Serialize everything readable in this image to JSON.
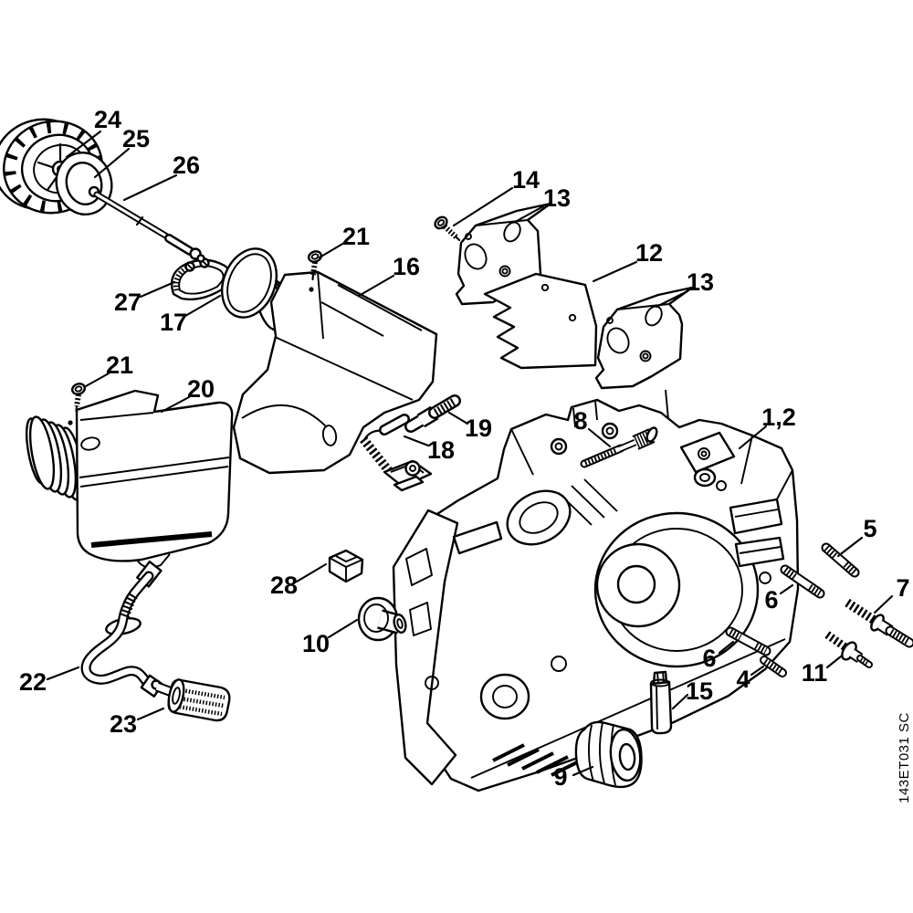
{
  "diagram": {
    "background_color": "#ffffff",
    "line_color": "#000000",
    "drawing_number": "143ET031 SC",
    "callouts": {
      "p1_2": "1,2",
      "p4": "4",
      "p5": "5",
      "p6": "6",
      "p7": "7",
      "p8": "8",
      "p9": "9",
      "p10": "10",
      "p11": "11",
      "p12": "12",
      "p13": "13",
      "p14": "14",
      "p15": "15",
      "p16": "16",
      "p17": "17",
      "p18": "18",
      "p19": "19",
      "p20": "20",
      "p21": "21",
      "p22": "22",
      "p23": "23",
      "p24": "24",
      "p25": "25",
      "p26": "26",
      "p27": "27",
      "p28": "28"
    }
  }
}
